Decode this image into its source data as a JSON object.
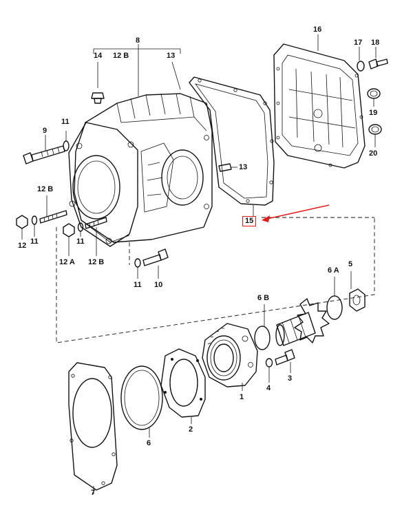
{
  "diagram": {
    "labels": [
      {
        "id": "p16",
        "text": "16"
      },
      {
        "id": "p8",
        "text": "8"
      },
      {
        "id": "p14",
        "text": "14"
      },
      {
        "id": "p12b_top",
        "text": "12 B"
      },
      {
        "id": "p13_top",
        "text": "13"
      },
      {
        "id": "p17",
        "text": "17"
      },
      {
        "id": "p18",
        "text": "18"
      },
      {
        "id": "p19",
        "text": "19"
      },
      {
        "id": "p20",
        "text": "20"
      },
      {
        "id": "p9",
        "text": "9"
      },
      {
        "id": "p11_a",
        "text": "11"
      },
      {
        "id": "p13_pin",
        "text": "13"
      },
      {
        "id": "p12b_left",
        "text": "12 B"
      },
      {
        "id": "p15",
        "text": "15"
      },
      {
        "id": "p12",
        "text": "12"
      },
      {
        "id": "p11_b",
        "text": "11"
      },
      {
        "id": "p11_c",
        "text": "11"
      },
      {
        "id": "p12a",
        "text": "12 A"
      },
      {
        "id": "p12b_mid",
        "text": "12 B"
      },
      {
        "id": "p11_d",
        "text": "11"
      },
      {
        "id": "p10",
        "text": "10"
      },
      {
        "id": "p6b",
        "text": "6 B"
      },
      {
        "id": "p6a",
        "text": "6 A"
      },
      {
        "id": "p5",
        "text": "5"
      },
      {
        "id": "p3",
        "text": "3"
      },
      {
        "id": "p4",
        "text": "4"
      },
      {
        "id": "p1",
        "text": "1"
      },
      {
        "id": "p2",
        "text": "2"
      },
      {
        "id": "p6",
        "text": "6"
      },
      {
        "id": "p7",
        "text": "7"
      }
    ],
    "highlight_label": "p15",
    "highlight_color": "#e11b1b"
  }
}
